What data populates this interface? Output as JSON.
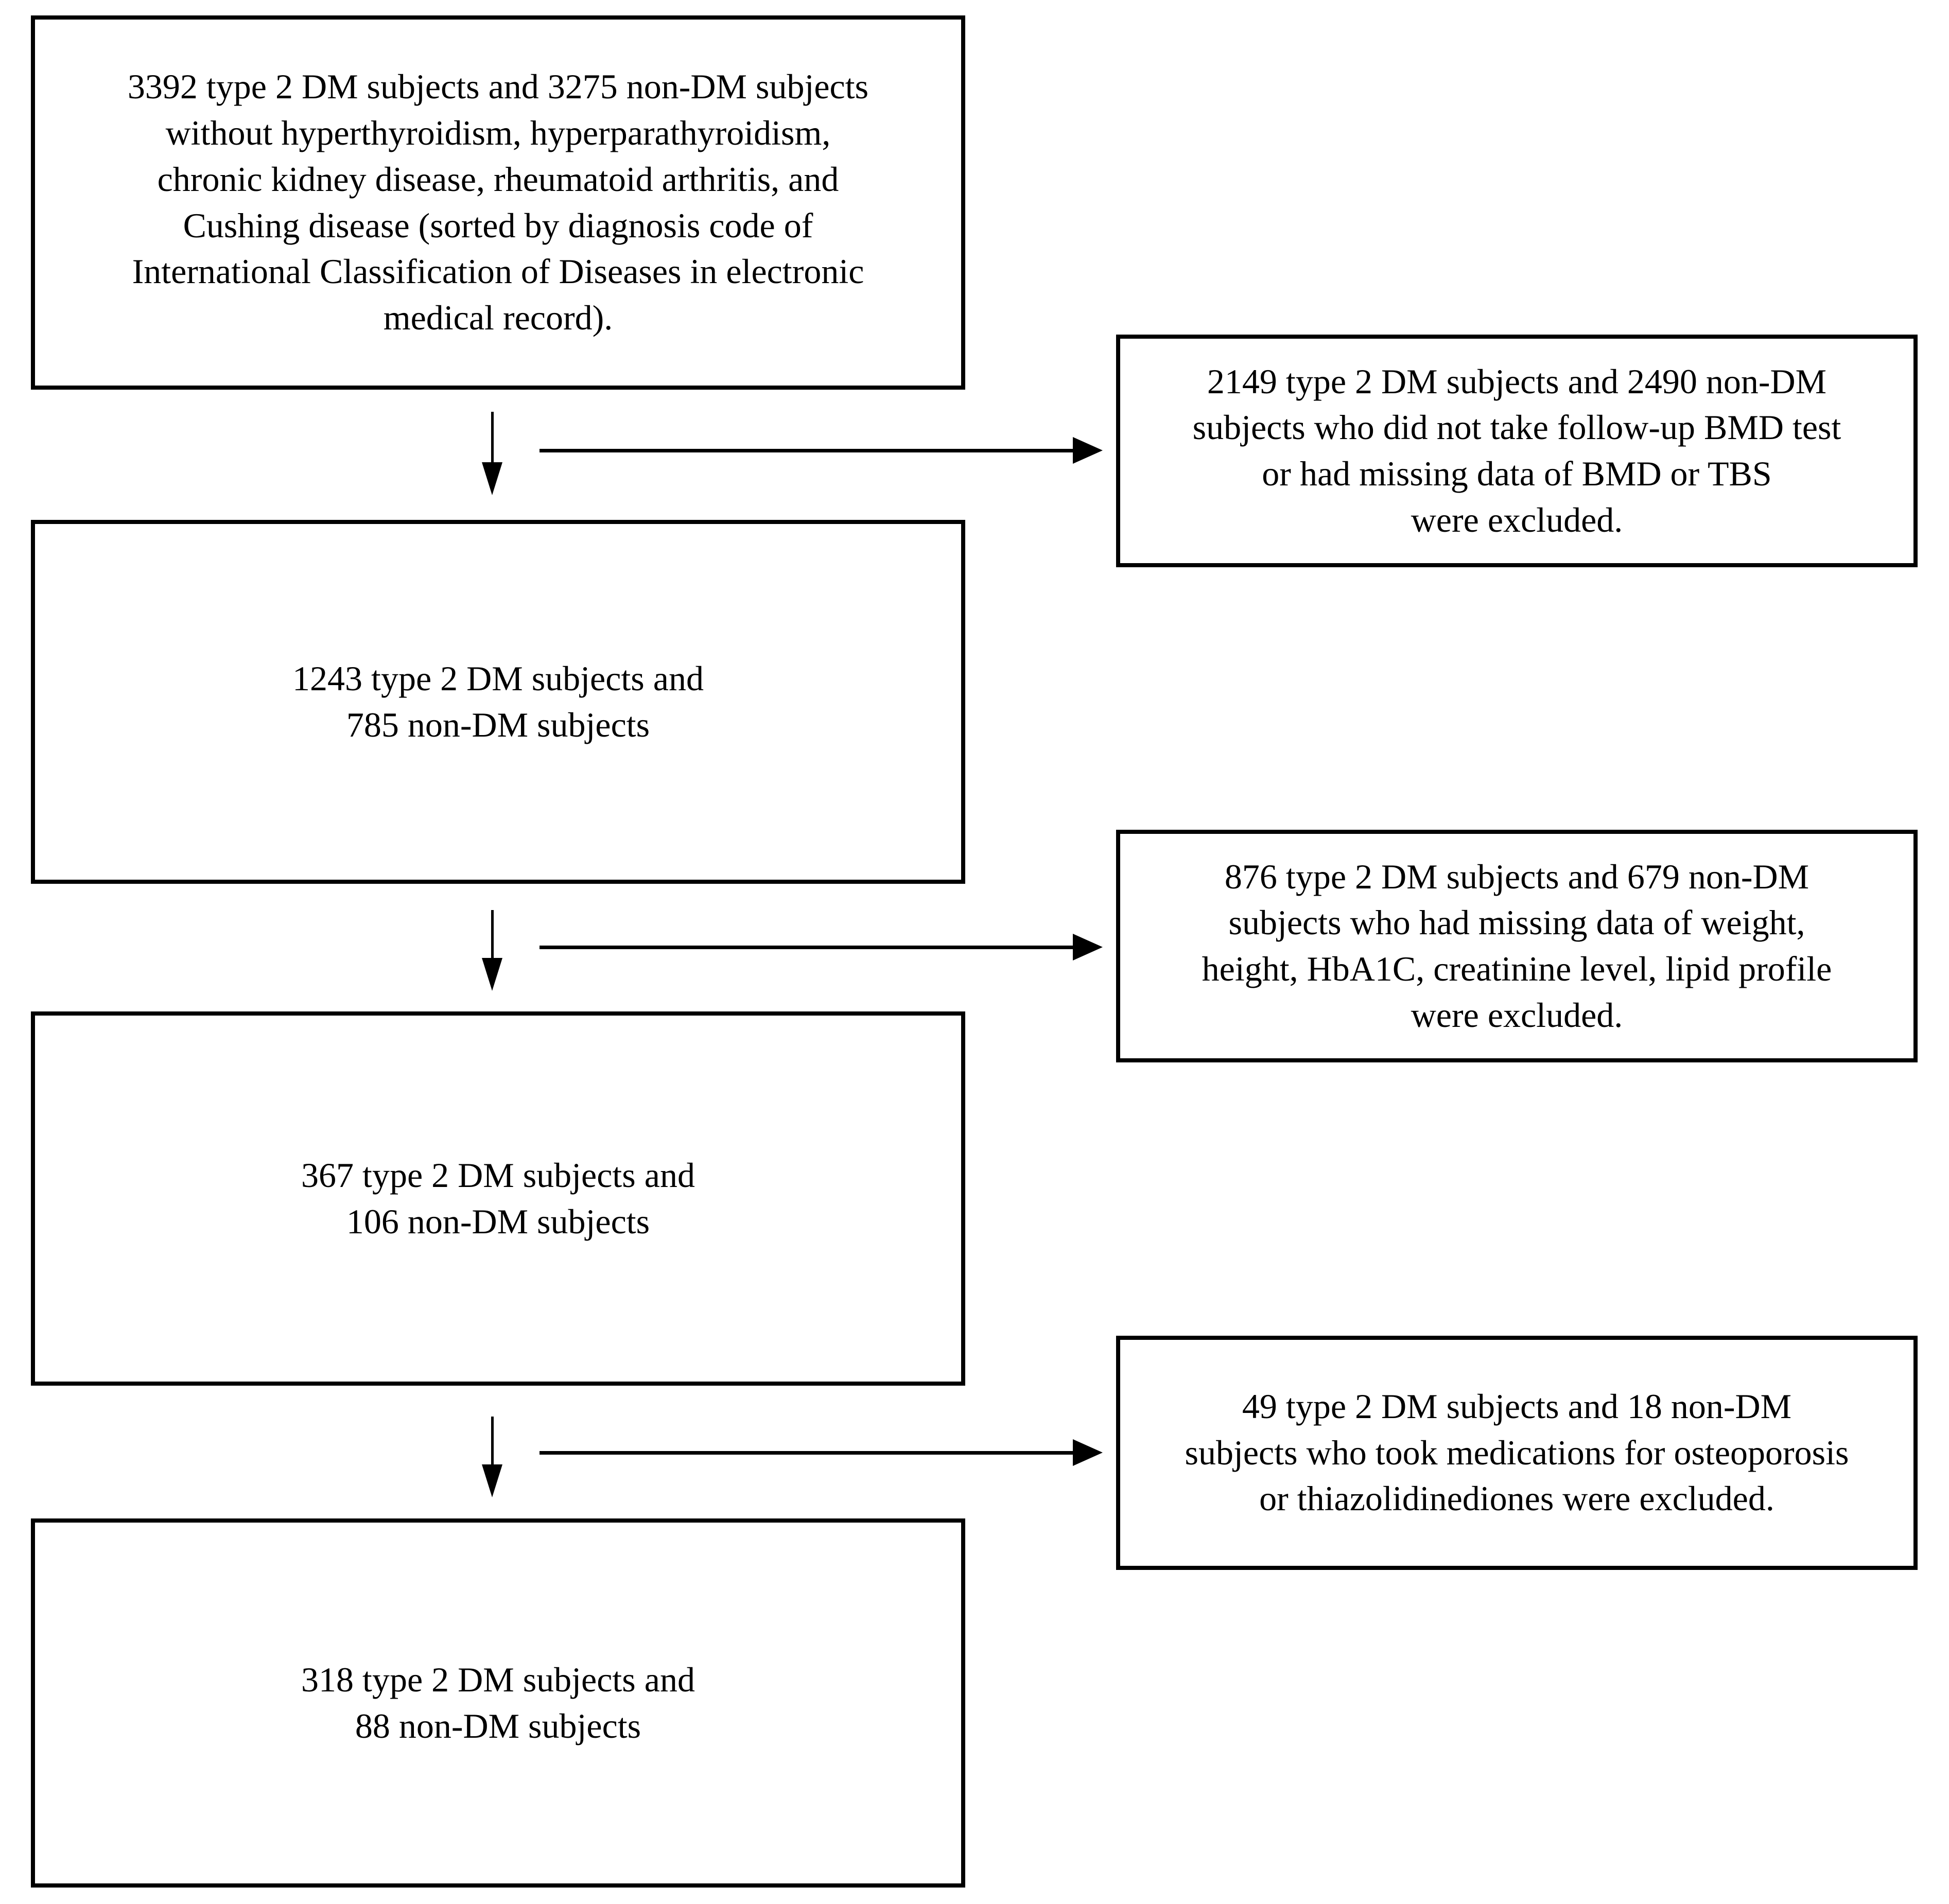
{
  "diagram": {
    "type": "study-flowchart",
    "colors": {
      "background": "#ffffff",
      "border": "#000000",
      "text": "#000000"
    },
    "flow_boxes": [
      {
        "id": "initial-cohort",
        "text": "3392 type 2 DM subjects and 3275 non-DM subjects\nwithout hyperthyroidism, hyperparathyroidism,\nchronic kidney disease, rheumatoid arthritis, and\nCushing disease (sorted by diagnosis code of\nInternational Classification of Diseases in electronic\nmedical record)."
      },
      {
        "id": "after-bmd-exclusion",
        "text": "1243 type 2 DM subjects and\n785 non-DM subjects"
      },
      {
        "id": "after-missing-data-exclusion",
        "text": "367 type 2 DM subjects and\n106 non-DM subjects"
      },
      {
        "id": "final-cohort",
        "text": "318 type 2 DM subjects and\n88 non-DM subjects"
      }
    ],
    "exclusion_boxes": [
      {
        "id": "exclusion-bmd-tbs",
        "text": "2149 type 2 DM subjects and 2490 non-DM\nsubjects who did not take follow-up BMD test\nor had missing data of BMD or TBS\nwere excluded."
      },
      {
        "id": "exclusion-missing-labs",
        "text": "876 type 2 DM subjects and 679 non-DM\nsubjects who had missing data of weight,\nheight, HbA1C, creatinine level, lipid profile\nwere excluded."
      },
      {
        "id": "exclusion-medications",
        "text": "49 type 2 DM subjects and 18 non-DM\nsubjects who took medications for osteoporosis\nor thiazolidinediones were excluded."
      }
    ]
  }
}
